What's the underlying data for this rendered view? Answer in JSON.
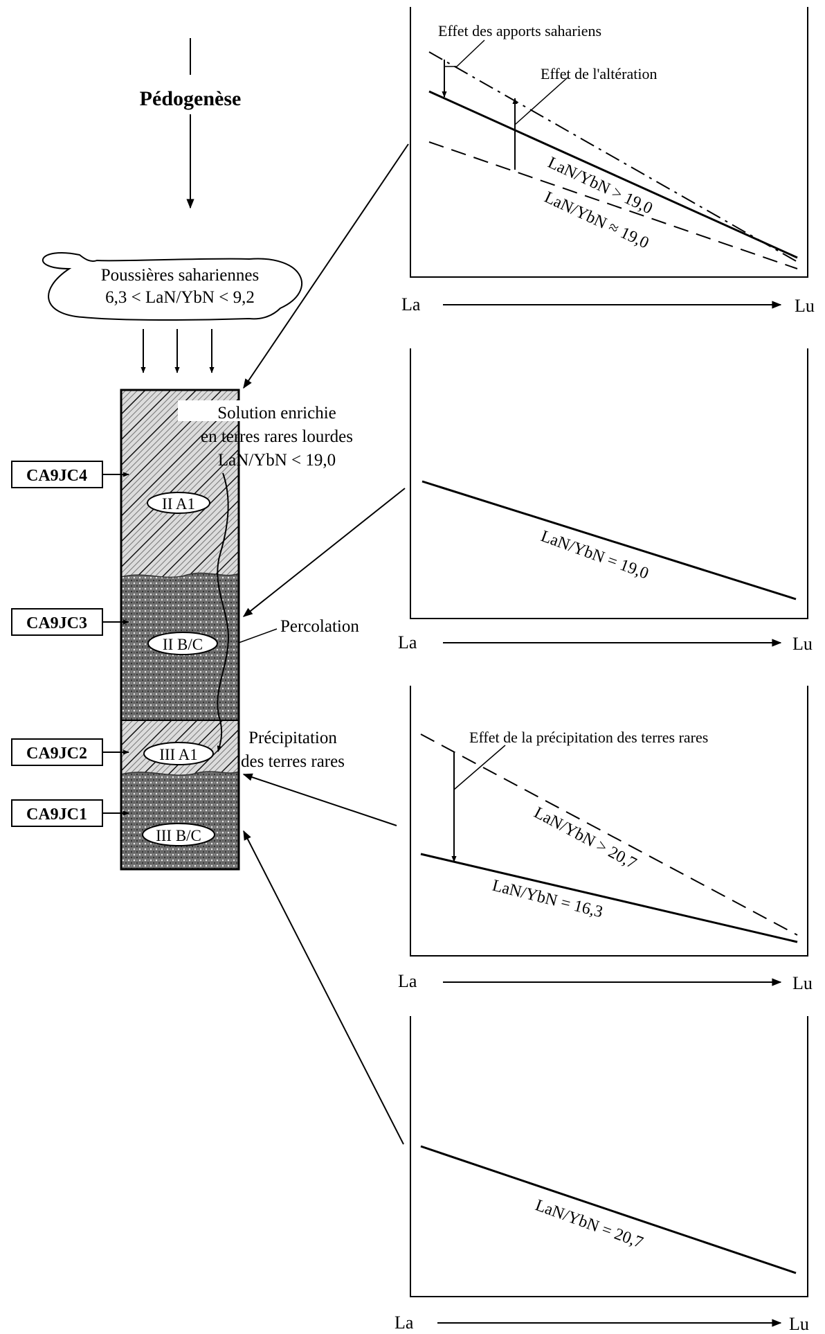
{
  "title": "Pédogenèse",
  "dust": {
    "line1": "Poussières sahariennes",
    "line2": "6,3 < LaN/YbN < 9,2"
  },
  "solution": {
    "line1": "Solution enrichie",
    "line2": "en terres rares lourdes",
    "line3": "LaN/YbN < 19,0"
  },
  "percolation": "Percolation",
  "precipitation": {
    "line1": "Précipitation",
    "line2": "des terres rares"
  },
  "samples": [
    "CA9JC4",
    "CA9JC3",
    "CA9JC2",
    "CA9JC1"
  ],
  "horizons": [
    "II A1",
    "II B/C",
    "III A1",
    "III B/C"
  ],
  "axis": {
    "left": "La",
    "right": "Lu"
  },
  "panels": [
    {
      "annotation_sahara": "Effet des apports sahariens",
      "annotation_alteration": "Effet de l'altération",
      "label_solid": "LaN/YbN > 19,0",
      "label_dashed": "LaN/YbN ≈ 19,0"
    },
    {
      "label_solid": "LaN/YbN = 19,0"
    },
    {
      "annotation": "Effet de la précipitation des terres rares",
      "label_dashed": "LaN/YbN > 20,7",
      "label_solid": "LaN/YbN = 16,3"
    },
    {
      "label_solid": "LaN/YbN = 20,7"
    }
  ]
}
